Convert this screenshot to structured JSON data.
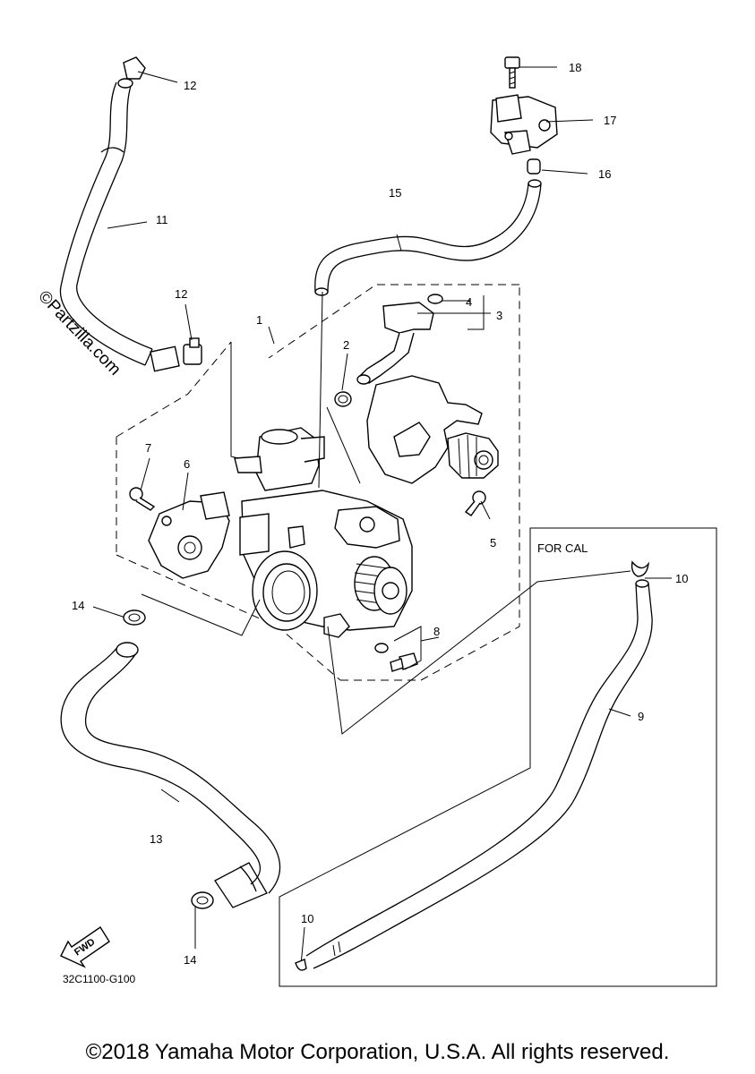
{
  "watermark": "©Partzilla.com",
  "for_cal_label": "FOR CAL",
  "fwd_label": "FWD",
  "diagram_code": "32C1100-G100",
  "copyright": "©2018 Yamaha Motor Corporation, U.S.A. All rights reserved.",
  "callouts": {
    "c1": "1",
    "c2": "2",
    "c3": "3",
    "c4": "4",
    "c5": "5",
    "c6": "6",
    "c7": "7",
    "c8": "8",
    "c9": "9",
    "c10a": "10",
    "c10b": "10",
    "c11": "11",
    "c12a": "12",
    "c12b": "12",
    "c13": "13",
    "c14a": "14",
    "c14b": "14",
    "c15": "15",
    "c16": "16",
    "c17": "17",
    "c18": "18"
  }
}
